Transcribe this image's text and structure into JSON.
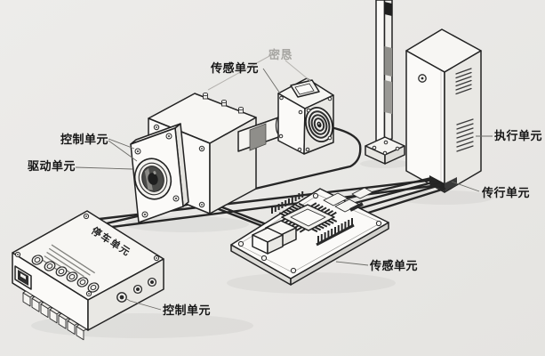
{
  "scene": {
    "background": "#e9e8e5",
    "description": "isometric line-art diagram of labeled hardware units connected by cables"
  },
  "colors": {
    "outline": "#222222",
    "device_fill": "#fbfaf8",
    "top_fill": "#f7f6f3",
    "side_fill": "#e9e8e4",
    "cable": "#262626",
    "label_text": "#161616",
    "muted_label": "#a6a5a1",
    "leader": "#6b6b67",
    "stripe_dark": "#1f1f1f",
    "stripe_gray": "#8f8e8a"
  },
  "labels": {
    "sensor_top": "传感单元",
    "fanbox_gray": "密恳",
    "control_left": "控制单元",
    "drive_left": "驱动单元",
    "actuator_right": "执行单元",
    "transmission_right": "传行单元",
    "sensor_board": "传感单元",
    "control_bottom": "控制单元",
    "controller_panel_title": "停车单元"
  }
}
